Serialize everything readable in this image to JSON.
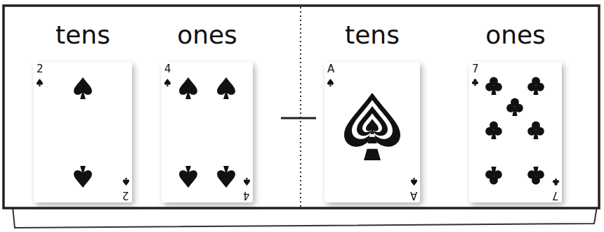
{
  "diagram": {
    "nodes": [
      {
        "text": [
          "tens",
          "2",
          "2"
        ]
      },
      {
        "text": [
          "ones",
          "4",
          "4"
        ]
      },
      {
        "text": [
          "tens",
          "A",
          "A"
        ]
      },
      {
        "text": [
          "ones",
          "7",
          "7"
        ]
      }
    ]
  }
}
